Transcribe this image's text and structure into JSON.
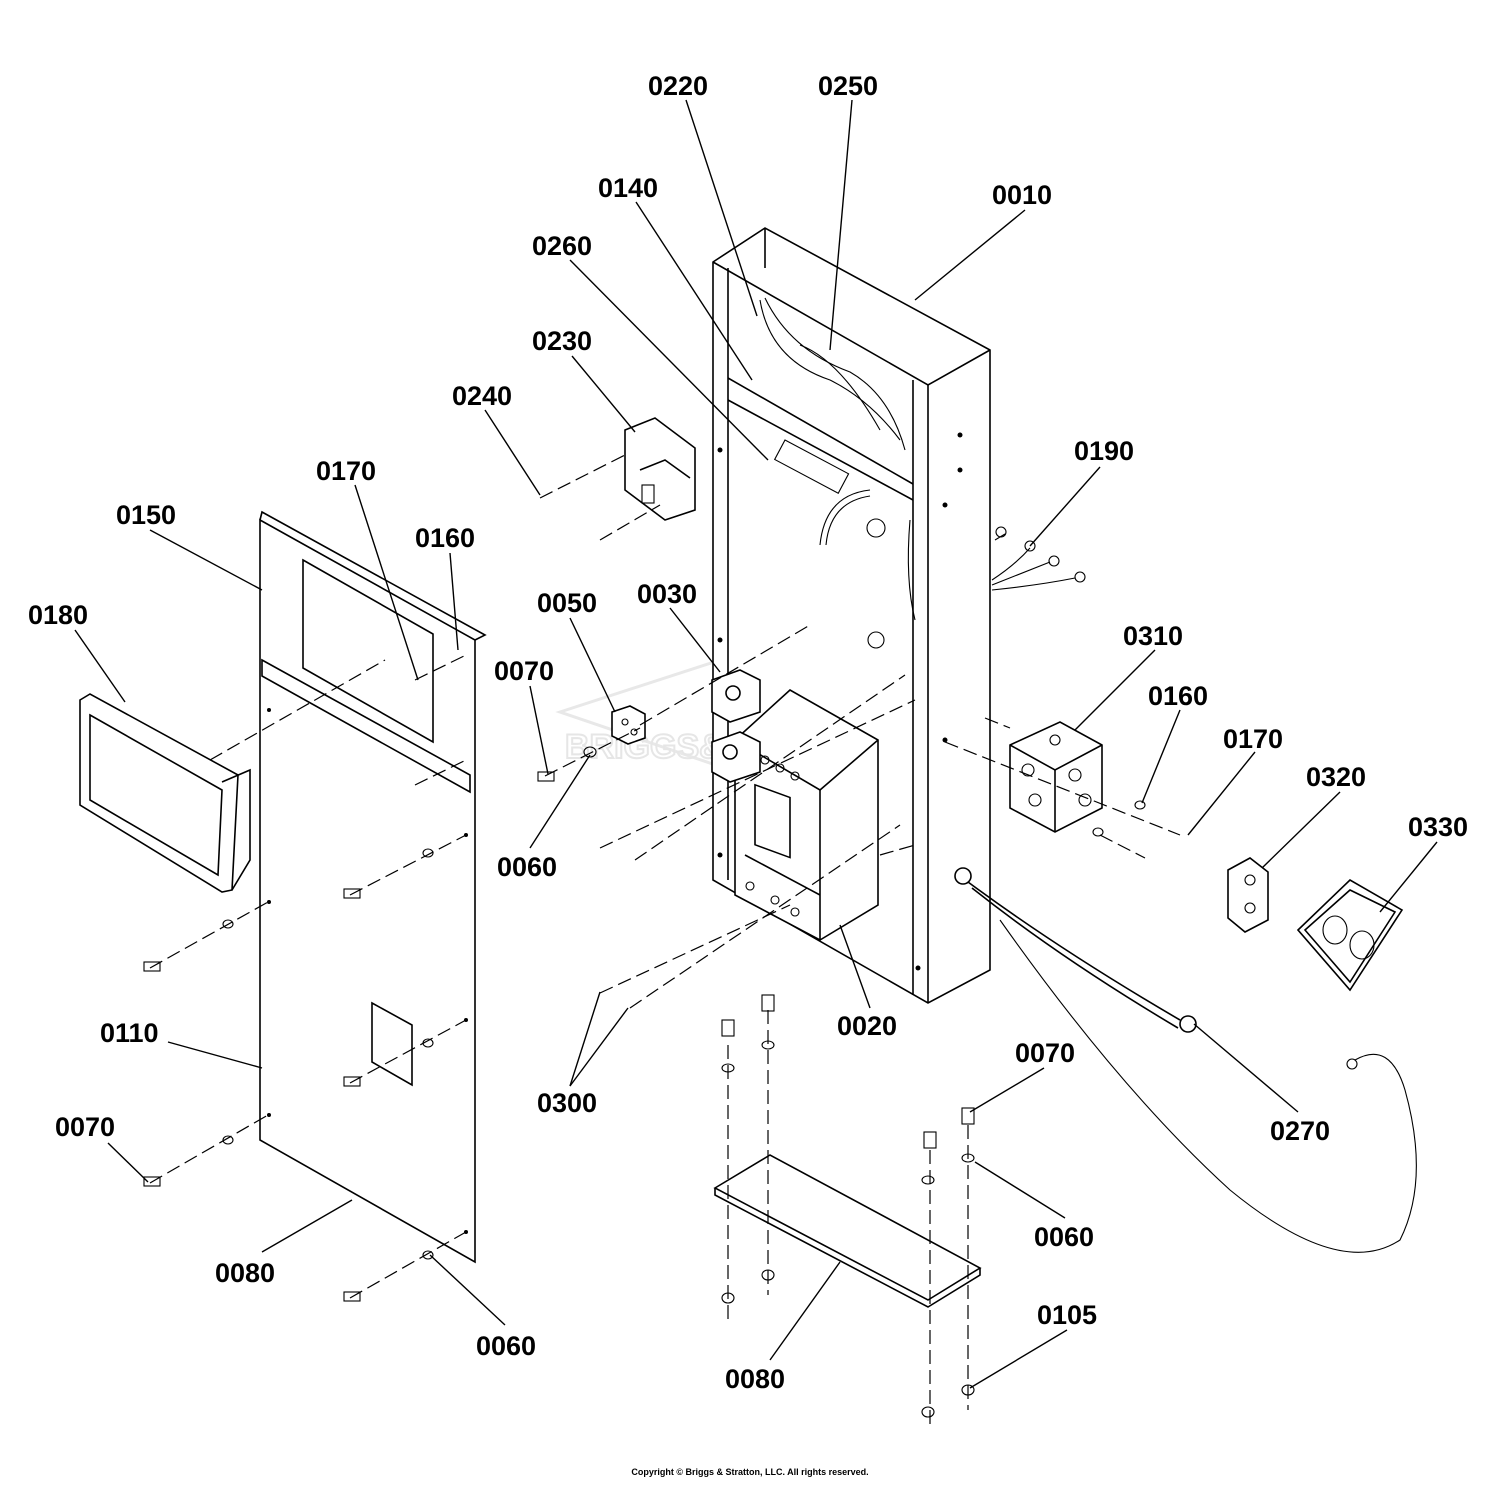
{
  "diagram": {
    "watermark": "BRIGGS&STRATTON",
    "copyright": "Copyright © Briggs & Stratton, LLC. All rights reserved.",
    "callouts": {
      "c0220": "0220",
      "c0250": "0250",
      "c0140": "0140",
      "c0010": "0010",
      "c0260": "0260",
      "c0230": "0230",
      "c0240": "0240",
      "c0190": "0190",
      "c0170_top": "0170",
      "c0150": "0150",
      "c0160_top": "0160",
      "c0180": "0180",
      "c0050": "0050",
      "c0030": "0030",
      "c0070_mid": "0070",
      "c0310": "0310",
      "c0160_right": "0160",
      "c0170_right": "0170",
      "c0320": "0320",
      "c0330": "0330",
      "c0060_mid": "0060",
      "c0110": "0110",
      "c0020": "0020",
      "c0070_bottom_right": "0070",
      "c0300": "0300",
      "c0070_left": "0070",
      "c0270": "0270",
      "c0060_right": "0060",
      "c0080_left": "0080",
      "c0060_left": "0060",
      "c0105": "0105",
      "c0080_bottom": "0080"
    }
  }
}
